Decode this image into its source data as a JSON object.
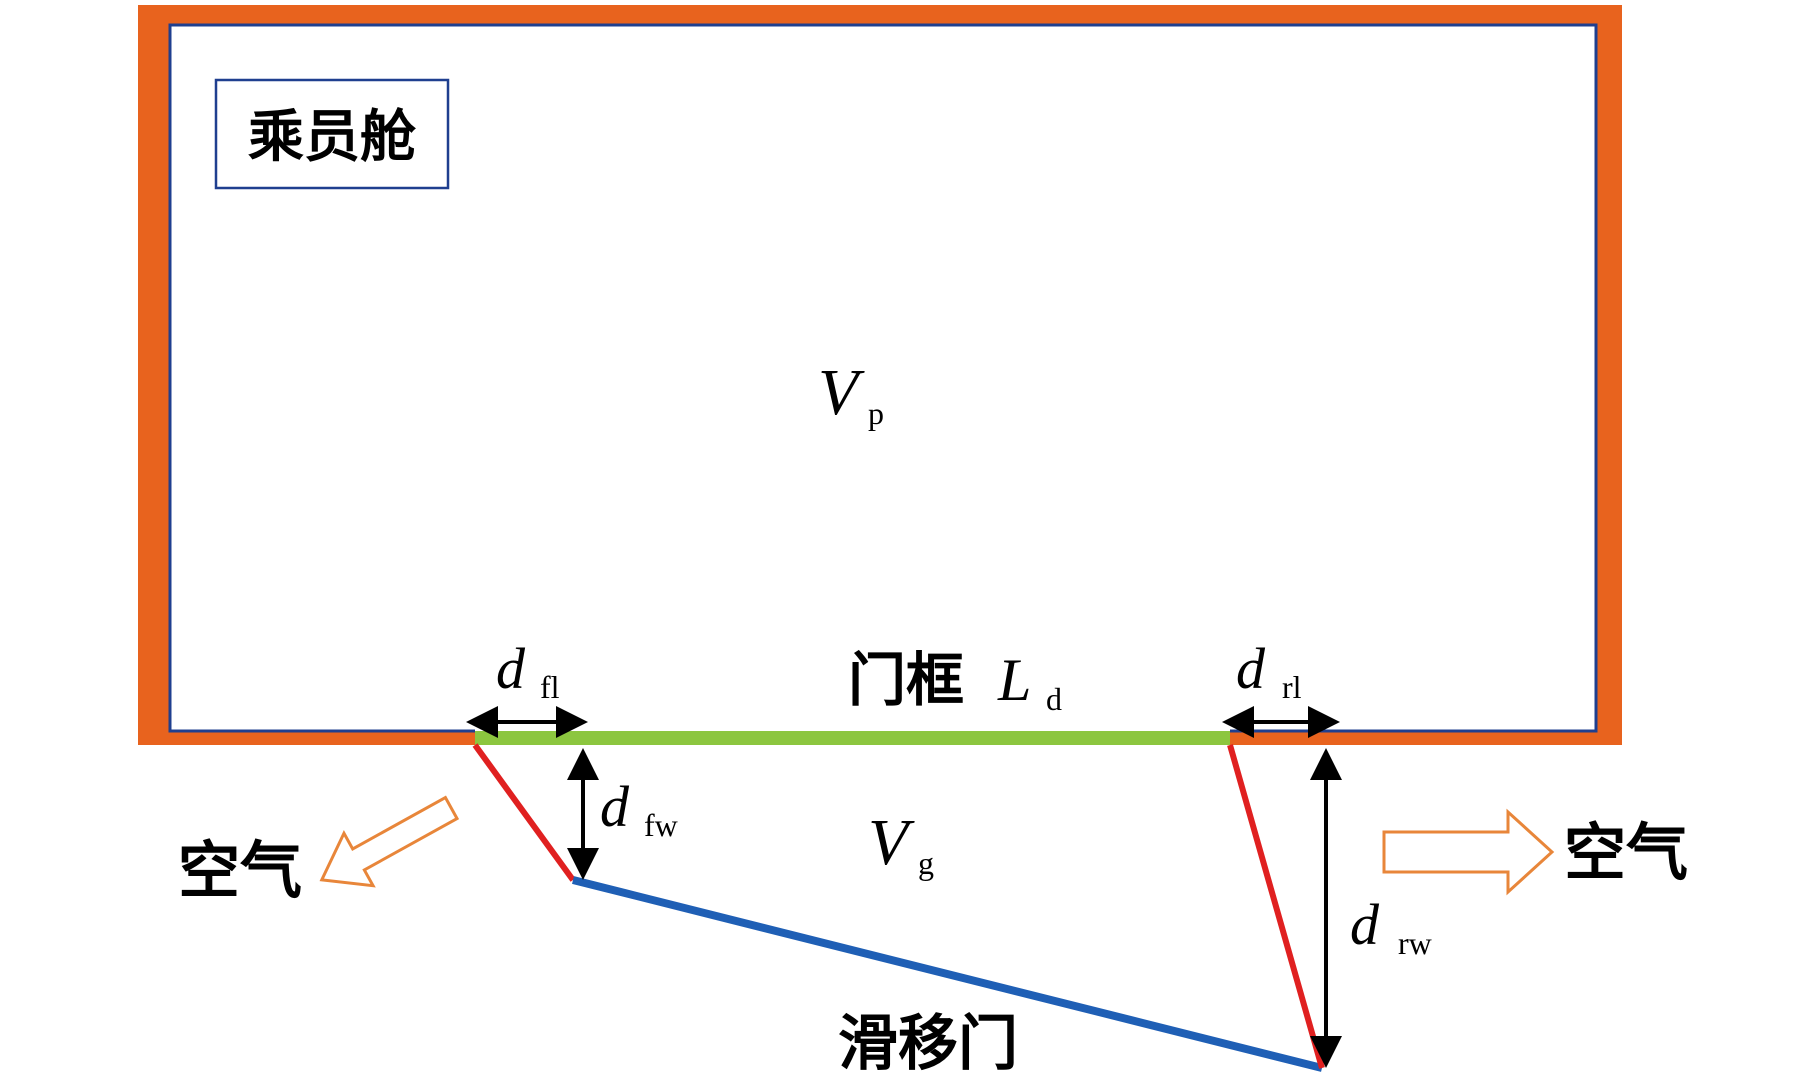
{
  "colors": {
    "wall": "#E8631E",
    "wall_inner_edge": "#1F3F8F",
    "door_frame": "#8CC63F",
    "door_seal": "#E02020",
    "sliding_door": "#1F5FB5",
    "dimension_arrow": "#000000",
    "air_arrow": "#E8863A",
    "label_box_border": "#1F3F8F"
  },
  "labels": {
    "cabin": "乘员舱",
    "door_frame": "门框",
    "sliding_door": "滑移门",
    "air_left": "空气",
    "air_right": "空气"
  },
  "symbols": {
    "vp": {
      "var": "V",
      "sub": "p"
    },
    "vg": {
      "var": "V",
      "sub": "g"
    },
    "ld": {
      "var": "L",
      "sub": "d"
    },
    "dfl": {
      "var": "d",
      "sub": "fl"
    },
    "drl": {
      "var": "d",
      "sub": "rl"
    },
    "dfw": {
      "var": "d",
      "sub": "fw"
    },
    "drw": {
      "var": "d",
      "sub": "rw"
    }
  },
  "icons": {
    "air_left_arrow": "hollow-arrow-down-left",
    "air_right_arrow": "hollow-arrow-right",
    "dimension_arrows": "double-headed-arrow"
  }
}
